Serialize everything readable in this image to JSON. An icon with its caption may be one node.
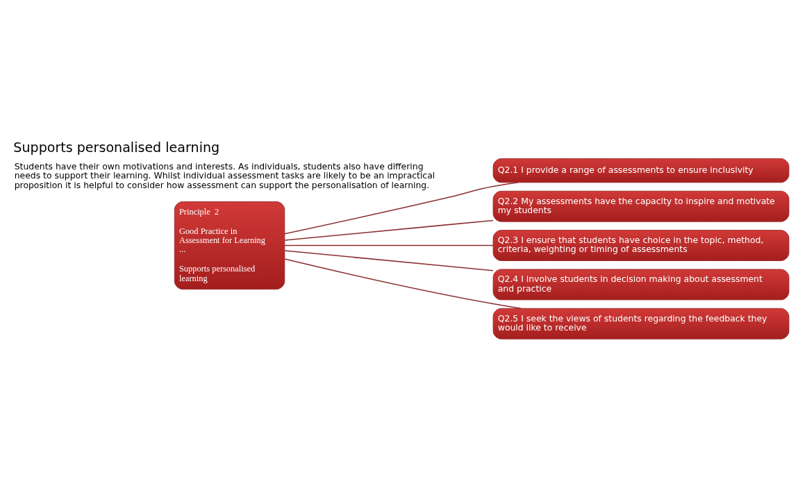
{
  "diagram": {
    "title": "Supports personalised learning",
    "nodes": [
      {
        "text": [
          "Principle  2",
          "Good Practice in Assessment for Learning ...",
          "Supports personalised learning"
        ]
      },
      {
        "text": [
          "Q2.1 I provide a range of assessments to ensure inclusivity"
        ]
      },
      {
        "text": [
          "Q2.2 My assessments have the capacity to inspire and motivate my students"
        ]
      },
      {
        "text": [
          "Q2.3 I ensure that students have choice in the topic, method, criteria, weighting or timing of assessments"
        ]
      },
      {
        "text": [
          "Q2.4 I involve students in decision making about assessment and practice"
        ]
      },
      {
        "text": [
          "Q2.5 I seek the views of students regarding the feedback they would like to receive"
        ]
      }
    ],
    "edges": [
      {
        "from": 0,
        "to": 1,
        "arrow": "none"
      },
      {
        "from": 0,
        "to": 2,
        "arrow": "none"
      },
      {
        "from": 0,
        "to": 3,
        "arrow": "none"
      },
      {
        "from": 0,
        "to": 4,
        "arrow": "none"
      },
      {
        "from": 0,
        "to": 5,
        "arrow": "none"
      }
    ],
    "labels": [
      "Students have their own motivations and interests. As individuals, students also have differing needs to support their learning. Whilst individual assessment tasks are likely to be an impractical proposition it is helpful to consider how assessment can support the personalisation of learning."
    ]
  }
}
